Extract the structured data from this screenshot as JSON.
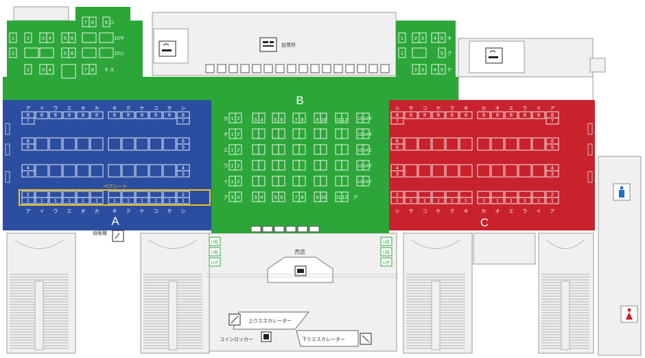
{
  "sections": {
    "A": {
      "label": "A",
      "color": "#2b4ea1"
    },
    "B": {
      "label": "B",
      "color": "#2ca639"
    },
    "C": {
      "label": "C",
      "color": "#c8222c"
    }
  },
  "colors": {
    "concourse": "#f0f0f0",
    "line": "#9a9a9a",
    "pair": "#f5c518",
    "stall_line": "#ffffff"
  },
  "section_a": {
    "cols_top": [
      "ア",
      "イ",
      "ウ",
      "エ",
      "オ",
      "カ",
      "キ",
      "ク",
      "ケ",
      "コ",
      "サ",
      "シ"
    ],
    "cols_bottom": [
      "ア",
      "イ",
      "ウ",
      "エ",
      "オ",
      "カ",
      "キ",
      "ク",
      "ケ",
      "コ",
      "サ",
      "シ"
    ],
    "top_cells": [
      "8",
      "8",
      "8",
      "8",
      "8",
      "8",
      "8",
      "8",
      "8",
      "8",
      "8",
      "8"
    ],
    "top_first": [
      "8",
      "7"
    ],
    "top_last": [
      "8",
      "7"
    ],
    "row_65": [
      "6",
      "5"
    ],
    "row_43": [
      "4",
      "3"
    ],
    "pair_label": "ペアシート",
    "pair_first": [
      "2",
      "1"
    ],
    "pair_last": [
      "2",
      "1"
    ],
    "pair_cells": [
      "1",
      "1",
      "1",
      "1",
      "1",
      "1",
      "1",
      "1",
      "1",
      "1"
    ]
  },
  "section_c": {
    "cols_top": [
      "シ",
      "サ",
      "コ",
      "ケ",
      "ク",
      "キ",
      "カ",
      "オ",
      "エ",
      "ウ",
      "イ",
      "ア"
    ],
    "cols_bottom": [
      "シ",
      "サ",
      "コ",
      "ケ",
      "ク",
      "キ",
      "カ",
      "オ",
      "エ",
      "ウ",
      "イ",
      "ア"
    ],
    "top_cells": [
      "8",
      "8",
      "8",
      "8",
      "8",
      "8",
      "8",
      "8",
      "8",
      "8",
      "8",
      "8"
    ],
    "top_first": [
      "8",
      "7"
    ],
    "top_last": [
      "8",
      "7"
    ],
    "row_65": [
      "6",
      "5"
    ],
    "row_43": [
      "4",
      "3"
    ],
    "row_21": [
      "2",
      "1"
    ],
    "bottom_cells": [
      "1",
      "1",
      "1",
      "1",
      "1",
      "1",
      "1",
      "1",
      "1",
      "1"
    ]
  },
  "section_b": {
    "row_labels": [
      "カ",
      "オ",
      "エ",
      "ウ",
      "イ"
    ],
    "right_labels": [
      "13",
      "14カ",
      "13",
      "14オ",
      "13",
      "14エ",
      "13",
      "14ウ",
      "13",
      "14イ"
    ],
    "right_rows": [
      "13|14カ",
      "13|14オ",
      "13|14エ",
      "13|14ウ",
      "13|14イ"
    ],
    "pair_12": [
      "1",
      "2"
    ],
    "header_pairs": [
      "3",
      "4",
      "5",
      "6",
      "7",
      "8",
      "9",
      "10",
      "11",
      "12"
    ],
    "footer_first": "ア",
    "footer_pairs": [
      "3",
      "4",
      "5",
      "6",
      "7",
      "8",
      "9",
      "10",
      "11",
      "12"
    ],
    "footer_last": "ア"
  },
  "north_left": {
    "top_cells": [
      "7",
      "8",
      "9",
      "コ"
    ],
    "row1": [
      "1",
      "2",
      "3",
      "4",
      "5",
      "6",
      "10",
      "サ"
    ],
    "row2": [
      "1",
      "5",
      "6",
      "10",
      "シ"
    ],
    "row3": [
      "2",
      "3",
      "4",
      "7",
      "8",
      "9",
      "ス"
    ]
  },
  "north_right": {
    "row1": [
      "1",
      "2",
      "3",
      "4",
      "5",
      "キ"
    ],
    "row2": [
      "1",
      "5",
      "ク"
    ],
    "row3": [
      "2",
      "3",
      "4",
      "5",
      "ケ"
    ]
  },
  "labels": {
    "voting": "投票所",
    "vending": "自販機",
    "shop": "売店",
    "up_escalator": "上りエスカレーター",
    "down_escalator": "下りエスカレーター",
    "coin_locker": "コインロッカー",
    "u_left": [
      "U投",
      "U投",
      "Uボ"
    ],
    "u_right": [
      "U投",
      "U投",
      "Uボ"
    ]
  },
  "icons": [
    "smoking-icon",
    "voting-icon",
    "vending-icon",
    "shop-icon",
    "escalator-up-icon",
    "escalator-down-icon",
    "locker-icon",
    "restroom-male-icon",
    "restroom-female-icon"
  ]
}
